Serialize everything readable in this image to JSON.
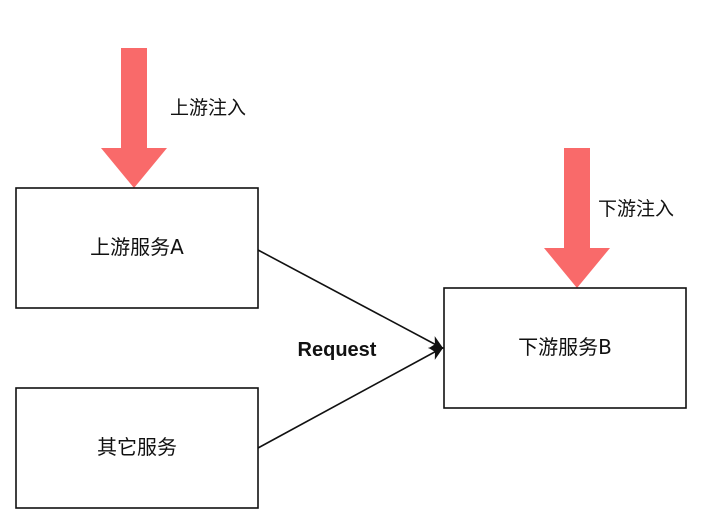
{
  "colors": {
    "inject_arrow": "#f96a6a",
    "stroke": "#111111",
    "background": "#ffffff"
  },
  "nodes": {
    "upstream_service": {
      "label": "上游服务A"
    },
    "other_service": {
      "label": "其它服务"
    },
    "downstream_service": {
      "label": "下游服务B"
    }
  },
  "injections": {
    "upstream": {
      "label": "上游注入"
    },
    "downstream": {
      "label": "下游注入"
    }
  },
  "edge": {
    "label": "Request"
  }
}
